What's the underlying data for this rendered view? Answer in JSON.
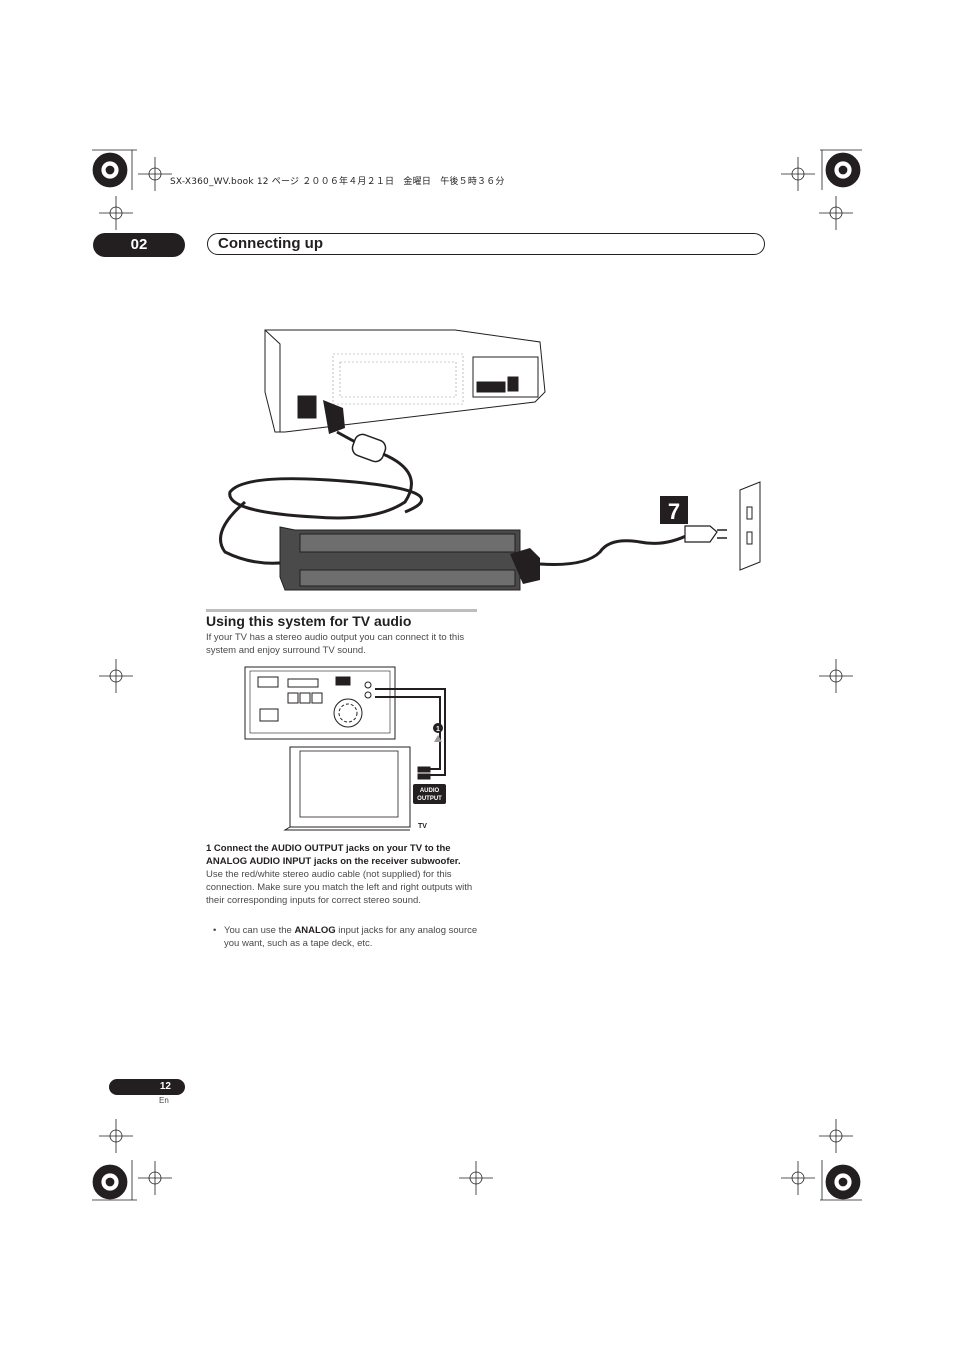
{
  "file_header": "SX-X360_WV.book  12 ページ  ２００６年４月２１日　金曜日　午後５時３６分",
  "chapter": {
    "number": "02",
    "title": "Connecting up"
  },
  "figure_top": {
    "step_badge": "7"
  },
  "section": {
    "title": "Using this system for TV audio",
    "intro": "If your TV has a stereo audio output you can connect it to this system and enjoy surround TV sound."
  },
  "figure_tv": {
    "callout": "1",
    "audio_output_line1": "AUDIO",
    "audio_output_line2": "OUTPUT",
    "tv_label": "TV"
  },
  "step1": {
    "heading": "1    Connect the AUDIO OUTPUT jacks on your TV to the ANALOG AUDIO INPUT jacks on the receiver subwoofer.",
    "body": "Use the red/white stereo audio cable (not supplied) for this connection. Make sure you match the left and right outputs with their corresponding inputs for correct stereo sound.",
    "bullet_prefix": "You can use the ",
    "bullet_bold": "ANALOG",
    "bullet_suffix": " input jacks for any analog source you want, such as a tape deck, etc."
  },
  "footer": {
    "page_number": "12",
    "language": "En"
  }
}
